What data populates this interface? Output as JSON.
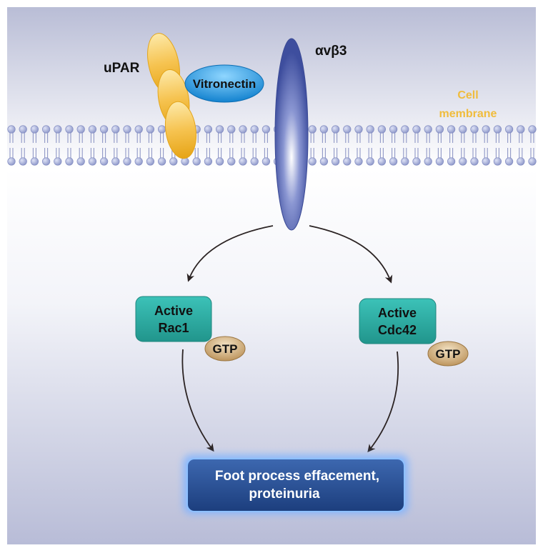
{
  "labels": {
    "upar": "uPAR",
    "vitronectin": "Vitronectin",
    "integrin": "αvβ3",
    "membrane_line1": "Cell",
    "membrane_line2": "membrane",
    "rac1_line1": "Active",
    "rac1_line2": "Rac1",
    "cdc42_line1": "Active",
    "cdc42_line2": "Cdc42",
    "gtp_left": "GTP",
    "gtp_right": "GTP",
    "outcome_line1": "Foot process effacement,",
    "outcome_line2": "proteinuria"
  },
  "colors": {
    "upar": "#f2b52c",
    "vitronectin": "#1e94d8",
    "integrin": "#4a5aa8",
    "membrane_label": "#f0bc3c",
    "gtpase_box": "#2fb0a6",
    "gtp": "#c9a46c",
    "outcome_box": "#2a4d8e",
    "arrow": "#2b2323"
  }
}
